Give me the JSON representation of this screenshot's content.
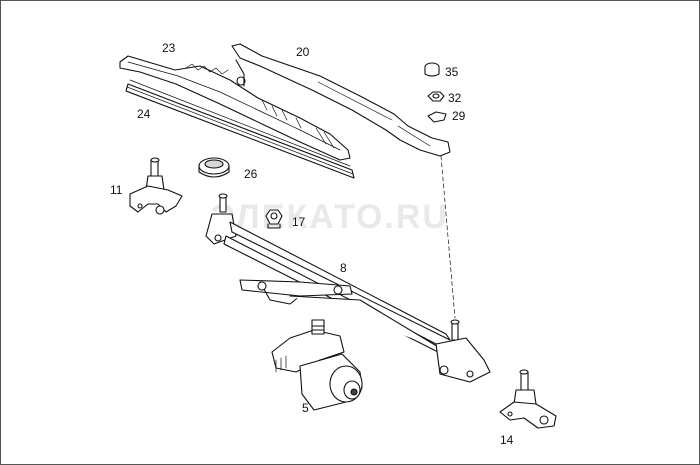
{
  "diagram": {
    "parts": [
      {
        "id": "p23",
        "label": "23"
      },
      {
        "id": "p20",
        "label": "20"
      },
      {
        "id": "p35",
        "label": "35"
      },
      {
        "id": "p32",
        "label": "32"
      },
      {
        "id": "p29",
        "label": "29"
      },
      {
        "id": "p24",
        "label": "24"
      },
      {
        "id": "p26",
        "label": "26"
      },
      {
        "id": "p11",
        "label": "11"
      },
      {
        "id": "p17",
        "label": "17"
      },
      {
        "id": "p8",
        "label": "8"
      },
      {
        "id": "p5",
        "label": "5"
      },
      {
        "id": "p14",
        "label": "14"
      }
    ],
    "watermark": "ЭЛЕКАТО.RU"
  }
}
